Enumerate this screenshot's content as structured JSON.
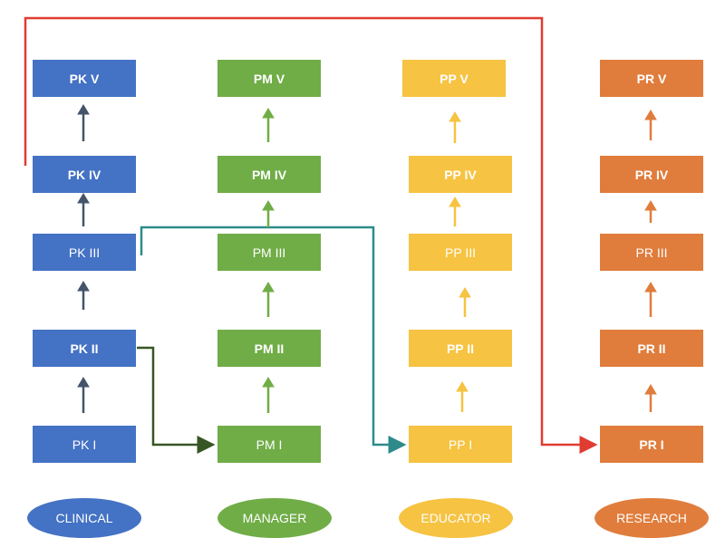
{
  "columns": [
    {
      "key": "clinical",
      "label": "CLINICAL",
      "color": "#4472c4",
      "arrow_color": "#44546a",
      "levels": [
        "PK I",
        "PK II",
        "PK III",
        "PK IV",
        "PK V"
      ]
    },
    {
      "key": "manager",
      "label": "MANAGER",
      "color": "#70ad47",
      "arrow_color": "#70ad47",
      "levels": [
        "PM I",
        "PM II",
        "PM III",
        "PM IV",
        "PM V"
      ]
    },
    {
      "key": "educator",
      "label": "EDUCATOR",
      "color": "#f6c342",
      "arrow_color": "#f6c342",
      "levels": [
        "PP I",
        "PP II",
        "PP III",
        "PP IV",
        "PP V"
      ]
    },
    {
      "key": "research",
      "label": "RESEARCH",
      "color": "#e07d3c",
      "arrow_color": "#e07d3c",
      "levels": [
        "PR I",
        "PR II",
        "PR III",
        "PR IV",
        "PR V"
      ]
    }
  ],
  "connectors": [
    {
      "from": "PK II",
      "to": "PM I",
      "color": "#375623"
    },
    {
      "from": "PK III",
      "to": "PP I",
      "color": "#2e8b8b"
    },
    {
      "from": "PK IV",
      "to": "PR I",
      "color": "#e03c31"
    }
  ]
}
